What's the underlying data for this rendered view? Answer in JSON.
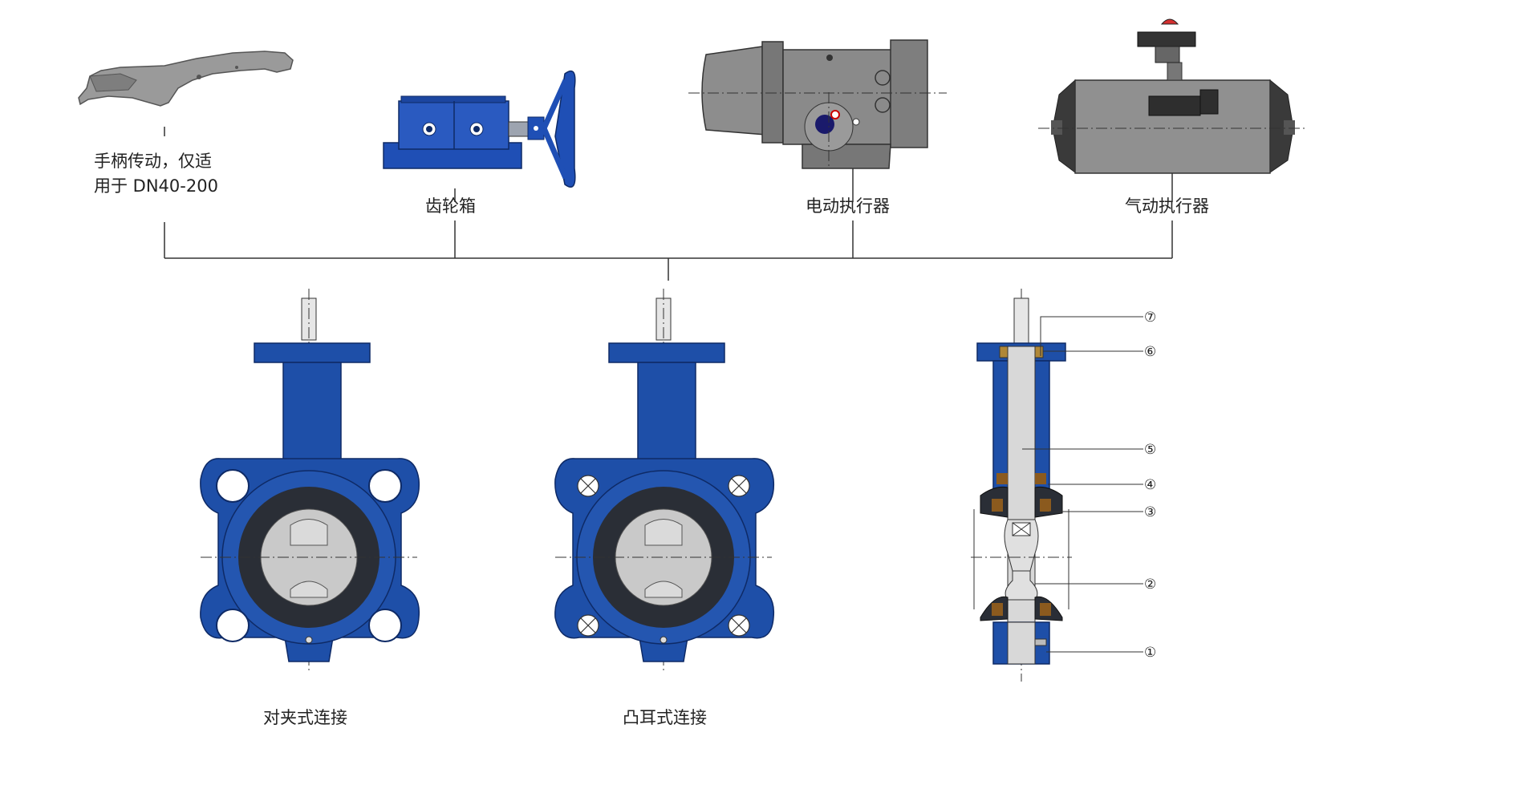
{
  "actuators": {
    "handle_line1": "手柄传动，仅适",
    "handle_line2": "用于 DN40-200",
    "gearbox": "齿轮箱",
    "electric": "电动执行器",
    "pneumatic": "气动执行器"
  },
  "valves": {
    "wafer": "对夹式连接",
    "lug": "凸耳式连接"
  },
  "callouts": [
    "⑦",
    "⑥",
    "⑤",
    "④",
    "③",
    "②",
    "①"
  ],
  "colors": {
    "valve_body": "#1E4FA8",
    "valve_body_dark": "#143A80",
    "seat": "#2A2E36",
    "disc": "#C9C9C9",
    "actuator_gray": "#8A8A8A",
    "gearbox_blue": "#1F4FB5",
    "bronze": "#8B5A1E"
  }
}
